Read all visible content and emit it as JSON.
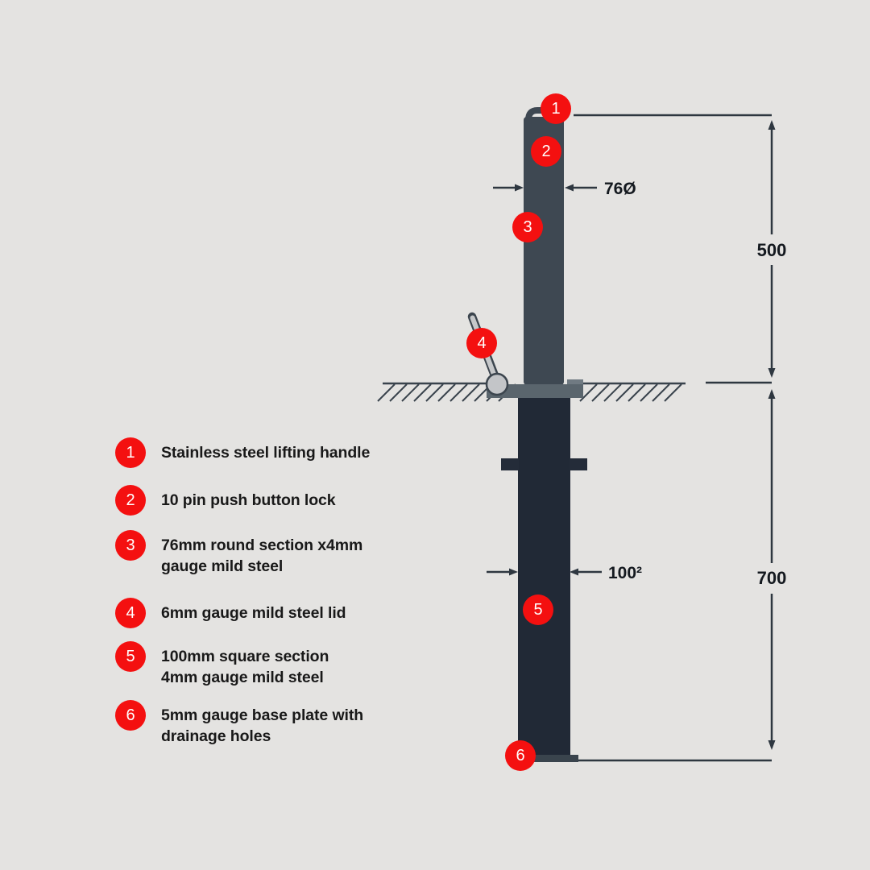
{
  "colors": {
    "background": "#e4e3e1",
    "accent_red": "#f41010",
    "post_above_ground": "#3e4852",
    "post_below_ground": "#212936",
    "lid_flange": "#5a656d",
    "metal_light": "#c6c8ca",
    "dimension_line": "#2e3740",
    "text": "#191919"
  },
  "dimensions": {
    "diameter_top": "76Ø",
    "above_ground_height": "500",
    "square_section": "100²",
    "below_ground_depth": "700"
  },
  "callouts": [
    {
      "number": "1"
    },
    {
      "number": "2"
    },
    {
      "number": "3"
    },
    {
      "number": "4"
    },
    {
      "number": "5"
    },
    {
      "number": "6"
    }
  ],
  "legend": {
    "items": [
      {
        "number": "1",
        "label": "Stainless steel lifting handle"
      },
      {
        "number": "2",
        "label": "10 pin push button lock"
      },
      {
        "number": "3",
        "label": "76mm round section x4mm\ngauge mild steel"
      },
      {
        "number": "4",
        "label": "6mm gauge mild steel lid"
      },
      {
        "number": "5",
        "label": "100mm square section\n4mm gauge mild steel"
      },
      {
        "number": "6",
        "label": "5mm gauge base plate with\ndrainage holes"
      }
    ]
  }
}
